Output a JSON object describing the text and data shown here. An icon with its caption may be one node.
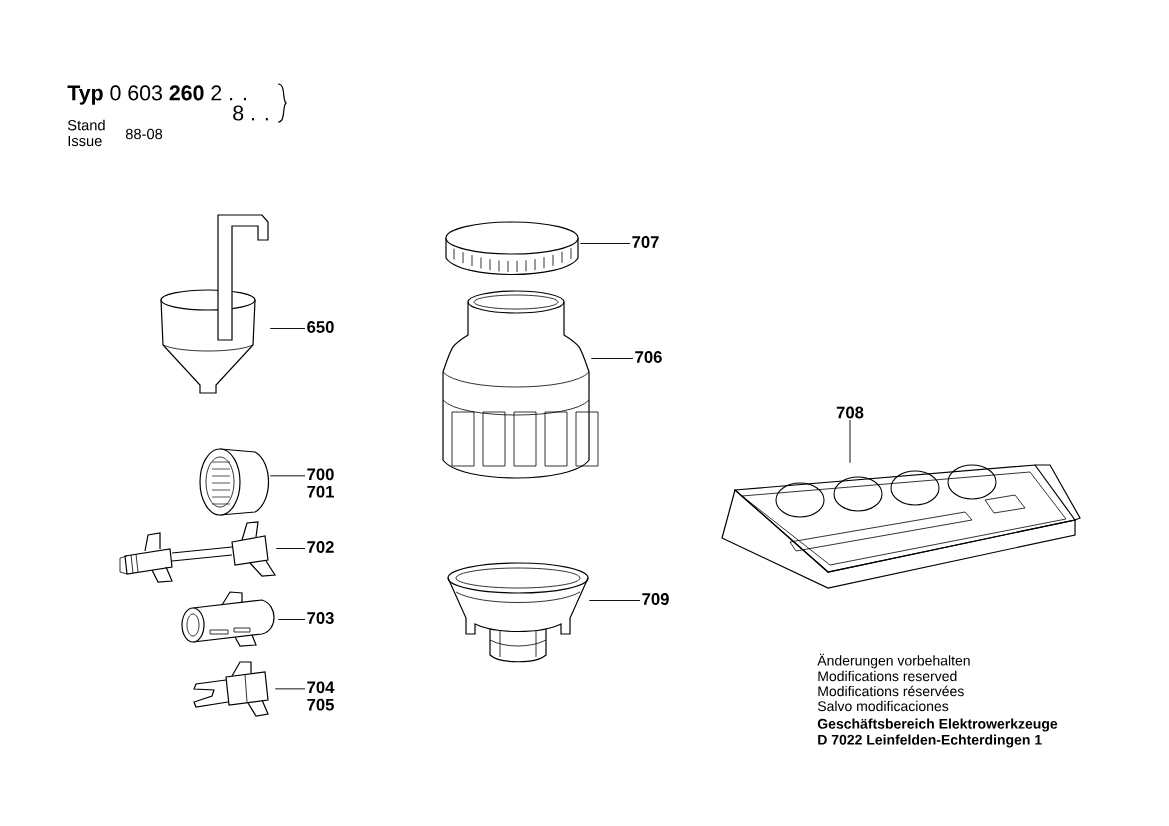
{
  "diagram": {
    "nodes": [
      {
        "text": [],
        "shape": "picture"
      },
      {
        "text": [
          "650"
        ]
      },
      {
        "text": [],
        "shape": "picture"
      },
      {
        "text": [
          "707"
        ]
      },
      {
        "text": [],
        "shape": "picture"
      },
      {
        "text": [
          "706"
        ]
      },
      {
        "text": [],
        "shape": "picture"
      },
      {
        "text": [
          "700",
          "701"
        ]
      },
      {
        "text": [],
        "shape": "picture"
      },
      {
        "text": [
          "702"
        ]
      },
      {
        "text": [],
        "shape": "picture"
      },
      {
        "text": [
          "708"
        ]
      },
      {
        "text": [],
        "shape": "picture"
      },
      {
        "text": [
          "703"
        ]
      },
      {
        "text": [],
        "shape": "picture"
      },
      {
        "text": [
          "709"
        ]
      },
      {
        "text": [],
        "shape": "picture"
      },
      {
        "text": [
          "704",
          "705"
        ]
      }
    ],
    "edges": [
      {
        "from": 1,
        "to": 0,
        "arrow": "none"
      },
      {
        "from": 3,
        "to": 2,
        "arrow": "none"
      },
      {
        "from": 5,
        "to": 4,
        "arrow": "none"
      },
      {
        "from": 7,
        "to": 6,
        "arrow": "none"
      },
      {
        "from": 9,
        "to": 8,
        "arrow": "none"
      },
      {
        "from": 11,
        "to": 10,
        "arrow": "none"
      },
      {
        "from": 13,
        "to": 12,
        "arrow": "none"
      },
      {
        "from": 15,
        "to": 14,
        "arrow": "none"
      },
      {
        "from": 17,
        "to": 16,
        "arrow": "none"
      }
    ],
    "labels": [
      "**Typ** 0 603 **260** 2 . .",
      "8 . .",
      "Stand",
      "Issue",
      "88-08",
      "Änderungen vorbehalten",
      "Modifications reserved",
      "Modifications réservées",
      "Salvo modificaciones",
      "Geschäftsbereich Elektrowerkzeuge",
      "D 7022 Leinfelden-Echterdingen 1"
    ]
  }
}
